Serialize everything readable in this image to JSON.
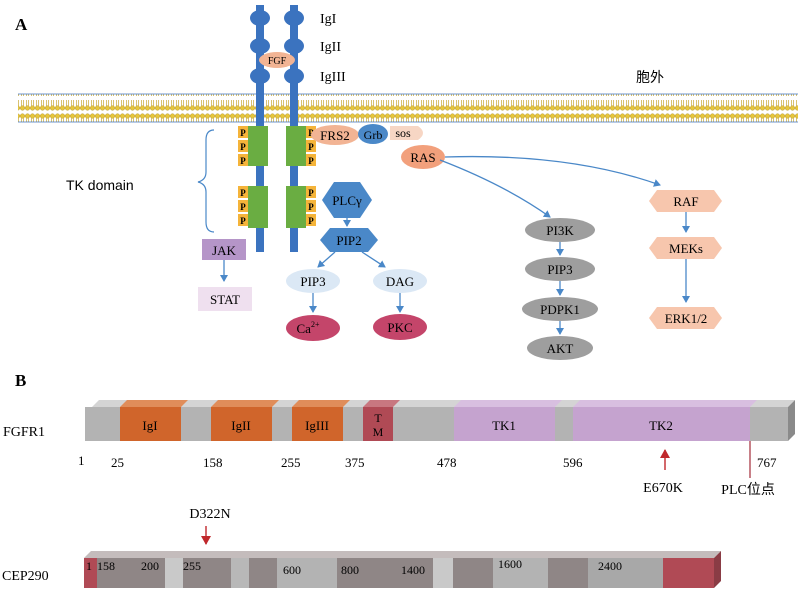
{
  "panelA": {
    "label": "A",
    "ig_labels": [
      "IgI",
      "IgII",
      "IgIII"
    ],
    "ligand": "FGF",
    "extracellular": "胞外",
    "tk_domain": "TK domain",
    "p_letter": "P",
    "adaptors": {
      "frs2": "FRS2",
      "grb": "Grb",
      "sos": "sos",
      "ras": "RAS"
    },
    "plc_path": {
      "plc": "PLCγ",
      "pip2": "PIP2",
      "pip3": "PIP3",
      "dag": "DAG",
      "ca": "Ca",
      "ca_sup": "2+",
      "pkc": "PKC"
    },
    "jak_path": {
      "jak": "JAK",
      "stat": "STAT"
    },
    "pi3k_path": {
      "pi3k": "PI3K",
      "pip3": "PIP3",
      "pdpk1": "PDPK1",
      "akt": "AKT"
    },
    "raf_path": {
      "raf": "RAF",
      "meks": "MEKs",
      "erk": "ERK1/2"
    },
    "colors": {
      "membrane": "#d4b93a",
      "receptor": "#3b73bf",
      "tk": "#6aad42",
      "p_box": "#f5b43a",
      "salmon": "#f2b494",
      "blue_node": "#4a88c8",
      "light_blue": "#dbe8f5",
      "crimson": "#c4456a",
      "grey_node": "#9e9e9e",
      "purple": "#b595c8",
      "light_pink": "#efe0ef"
    }
  },
  "panelB": {
    "label": "B",
    "fgfr1": {
      "name": "FGFR1",
      "domains": [
        "IgI",
        "IgII",
        "IgIII",
        "T",
        "M",
        "TK1",
        "TK2"
      ],
      "positions": [
        "1",
        "25",
        "158",
        "255",
        "375",
        "478",
        "596",
        "767"
      ],
      "mutation": "E670K",
      "plc_site": "PLC位点"
    },
    "cep290": {
      "name": "CEP290",
      "mutation": "D322N",
      "positions": [
        "1",
        "158",
        "200",
        "255",
        "600",
        "800",
        "1400",
        "1600",
        "2400"
      ]
    },
    "colors": {
      "orange": "#d0652b",
      "maroon": "#b04a55",
      "bar_grey": "#b3b3b3",
      "purple": "#c5a3cf",
      "dark_grey": "#8f8686",
      "red_arrow": "#c0282c"
    }
  }
}
